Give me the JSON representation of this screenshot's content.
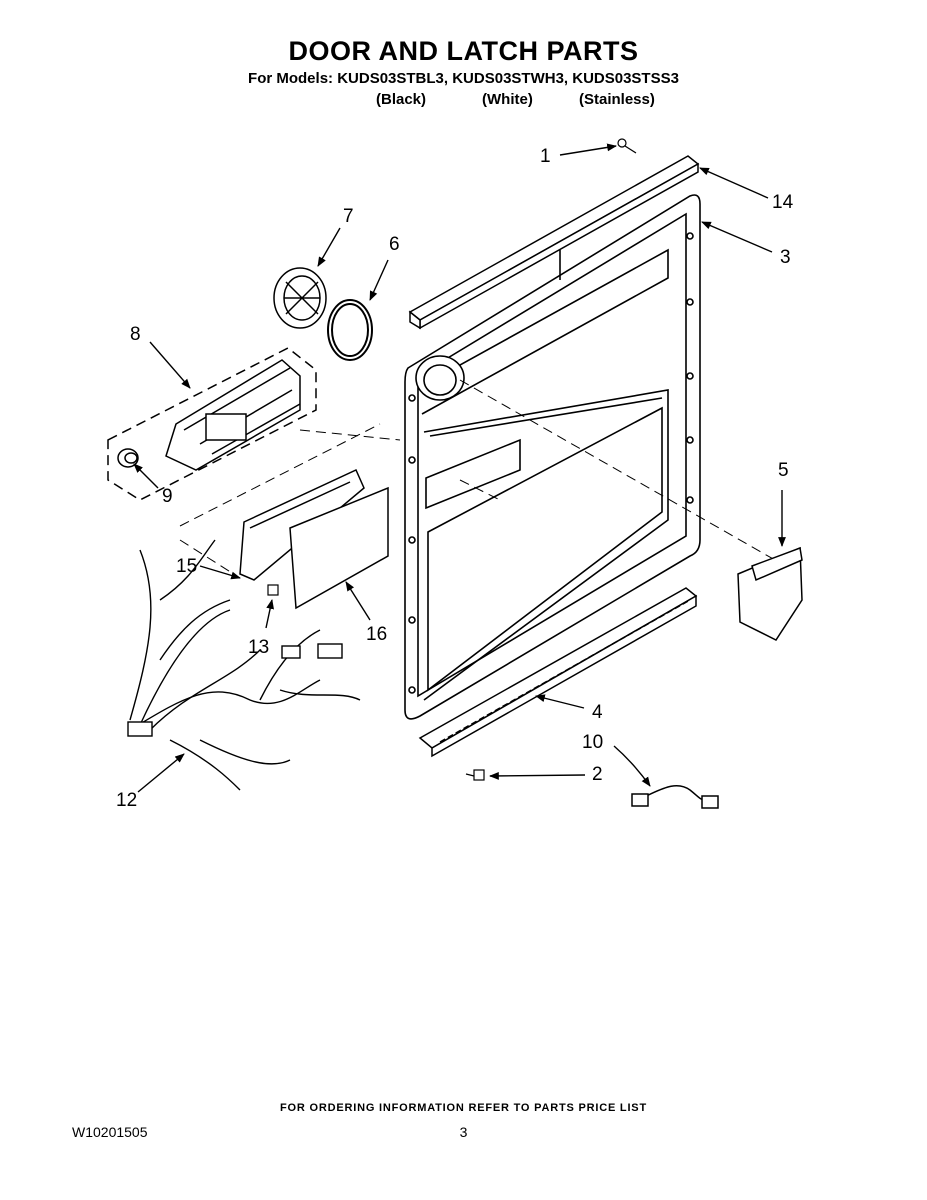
{
  "header": {
    "title": "DOOR AND LATCH PARTS",
    "models": "For Models: KUDS03STBL3, KUDS03STWH3, KUDS03STSS3",
    "finishes": [
      "(Black)",
      "(White)",
      "(Stainless)"
    ]
  },
  "callouts": {
    "c1": "1",
    "c2": "2",
    "c3": "3",
    "c4": "4",
    "c5": "5",
    "c6": "6",
    "c7": "7",
    "c8": "8",
    "c9": "9",
    "c10": "10",
    "c12": "12",
    "c13": "13",
    "c14": "14",
    "c15": "15",
    "c16": "16"
  },
  "footer": {
    "ordering": "FOR ORDERING INFORMATION REFER TO PARTS PRICE LIST",
    "doc_number": "W10201505",
    "page": "3"
  }
}
